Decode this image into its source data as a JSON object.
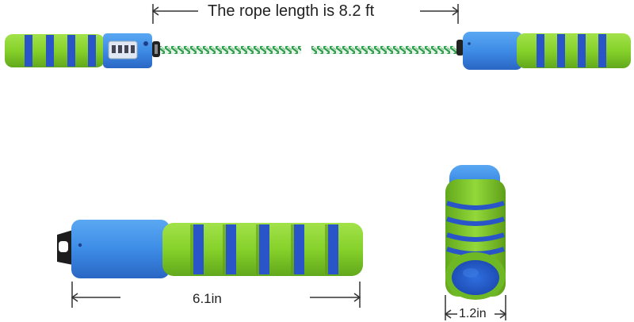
{
  "labels": {
    "rope_length": "The rope length is 8.2 ft",
    "handle_length": "6.1in",
    "handle_diameter": "1.2in"
  },
  "colors": {
    "foam_green": "#86d12a",
    "blue": "#2a55c8",
    "blue_light": "#3e8fe8",
    "rope_green": "#2e9b4a",
    "rope_white": "#e8f4ea",
    "line": "#333333"
  },
  "icons": [
    "counter-display-icon",
    "rope-clip-icon"
  ]
}
